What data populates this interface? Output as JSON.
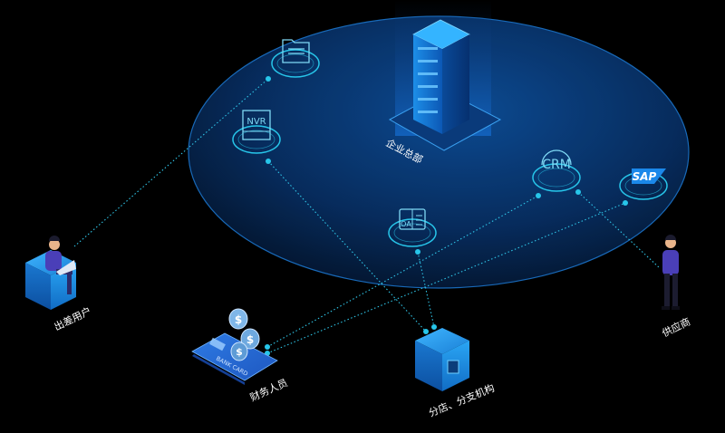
{
  "nodes": {
    "headquarters": "企业总部",
    "traveling_user": "出差用户",
    "finance_staff": "财务人员",
    "branch": "分店、分支机构",
    "supplier": "供应商"
  },
  "services": {
    "nvr": "NVR",
    "crm": "CRM",
    "sap": "SAP",
    "oa": "OA"
  },
  "bank_card": "BANK CARD",
  "colors": {
    "background": "#000000",
    "platform": "#0b3d7a",
    "accent": "#27c6ea",
    "cube": "#1a86d6"
  }
}
